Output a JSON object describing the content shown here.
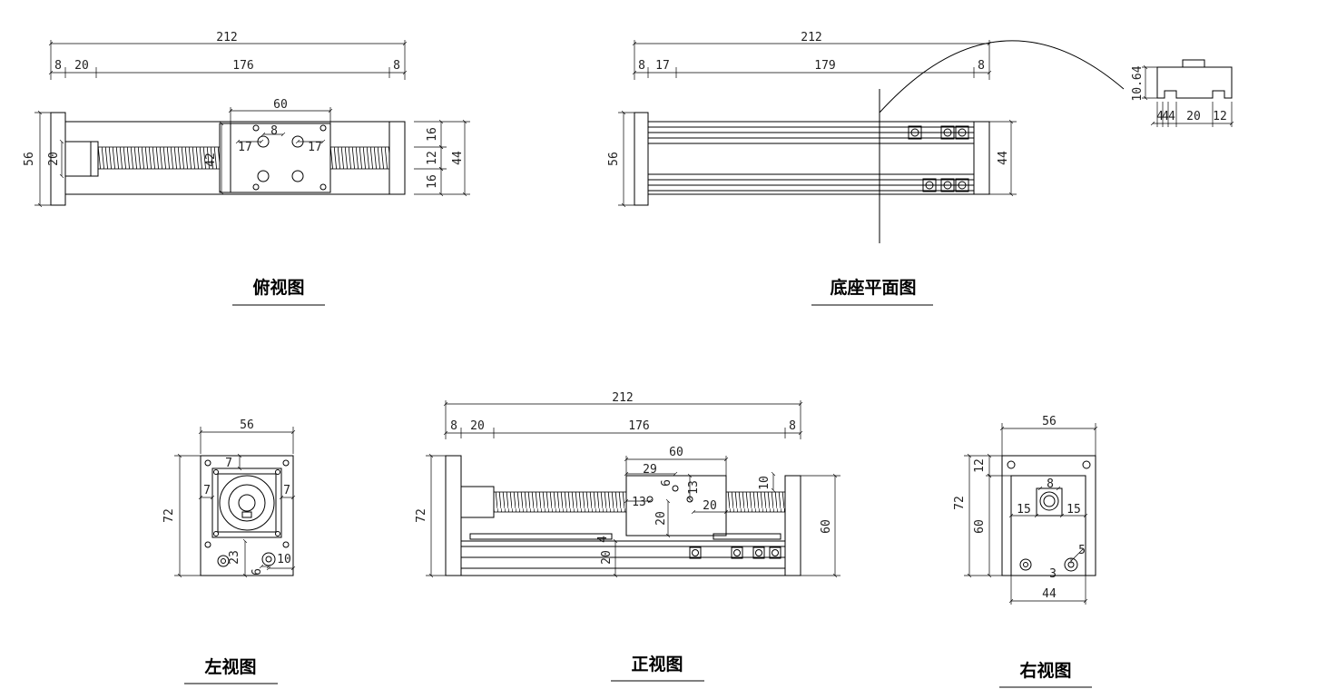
{
  "views": {
    "top": {
      "title": "俯视图"
    },
    "base": {
      "title": "底座平面图"
    },
    "left": {
      "title": "左视图"
    },
    "front": {
      "title": "正视图"
    },
    "right": {
      "title": "右视图"
    }
  },
  "dims": {
    "top": {
      "overall": "212",
      "end_left": "8",
      "motor": "20",
      "stroke": "176",
      "end_right": "8",
      "carriage_width": "60",
      "hole_a": "17",
      "hole_b": "8",
      "hole_c": "17",
      "height": "56",
      "motor_dia": "20",
      "hole_pitch": "42",
      "rail_a": "16",
      "rail_b": "12",
      "rail_c": "16",
      "rail_total": "44"
    },
    "base": {
      "overall": "212",
      "end_left": "8",
      "offset": "17",
      "span": "179",
      "end_right": "8",
      "height": "56",
      "rail_total": "44",
      "profile_h1": "10.64",
      "profile_w1": "4",
      "profile_w2": "4",
      "profile_w3": "4",
      "profile_w4": "20",
      "profile_w5": "12"
    },
    "left": {
      "width": "56",
      "height": "72",
      "flange_top": "7",
      "flange_left": "7",
      "flange_right": "7",
      "hole_v": "23",
      "hole_h": "6",
      "hole_edge": "10"
    },
    "front": {
      "overall": "212",
      "end_left": "8",
      "motor": "20",
      "stroke": "176",
      "end_right": "8",
      "carriage_width": "60",
      "hole_x": "29",
      "hole_d": "6",
      "hole_h13a": "13",
      "hole_h13b": "13",
      "hole_h20a": "20",
      "hole_h20b": "20",
      "hole_top": "10",
      "base_h": "20",
      "small_h": "4",
      "height": "72",
      "end_h": "60"
    },
    "right": {
      "width": "56",
      "top": "12",
      "lower": "60",
      "height": "72",
      "bore": "8",
      "left15": "15",
      "right15": "15",
      "rail_total": "44",
      "hole5": "5",
      "hole3": "3"
    }
  }
}
